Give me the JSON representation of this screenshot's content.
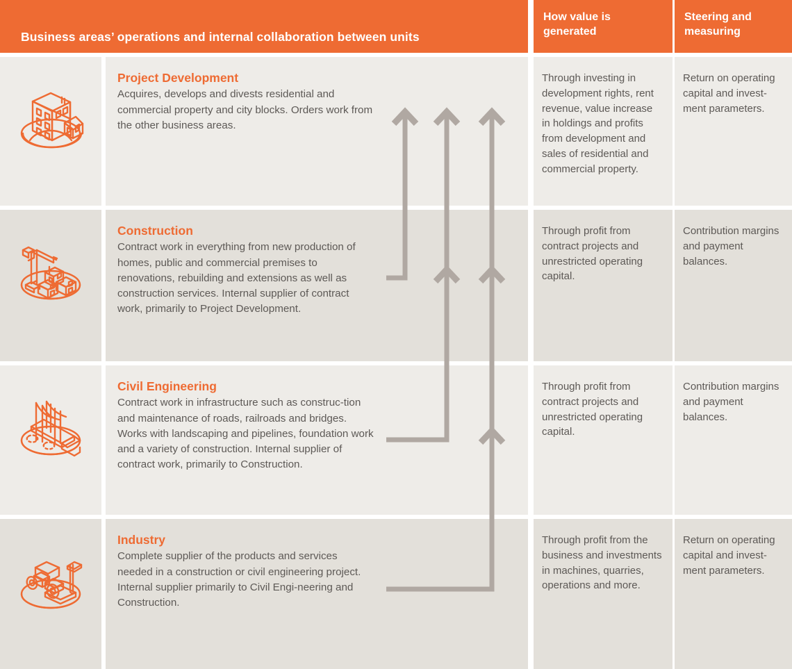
{
  "colors": {
    "accent_orange": "#ee6b33",
    "row_light": "#eeece8",
    "row_dark": "#e3e0da",
    "text_grey": "#5d5956",
    "arrow_grey": "#b0a8a2",
    "header_text": "#ffffff"
  },
  "header": {
    "main_title": "Business areas’ operations and internal collaboration between units",
    "value_title_line1": "How value is",
    "value_title_line2": "generated",
    "steering_title_line1": "Steering and",
    "steering_title_line2": "measuring"
  },
  "rows": [
    {
      "icon": "property-development-icon",
      "title": "Project Development",
      "description": "Acquires, develops and divests residential and commercial property and city blocks. Orders work from the other business areas.",
      "value_generated": "Through investing in development rights, rent revenue, value increase in holdings and profits from development and sales of residential and commercial property.",
      "steering": "Return on operating capital and invest-ment parameters."
    },
    {
      "icon": "crane-construction-icon",
      "title": "Construction",
      "description": "Contract work in everything from new production of homes, public and commercial premises to renovations, rebuilding and extensions as well as construction services. Internal supplier of contract work, primarily to Project Development.",
      "value_generated": "Through profit from contract projects and unrestricted operating capital.",
      "steering": "Contribution margins and payment balances."
    },
    {
      "icon": "suspension-bridge-icon",
      "title": "Civil Engineering",
      "description": "Contract work in infrastructure such as construc-tion and maintenance of roads, railroads and bridges. Works with landscaping and pipelines, foundation work and a variety of construction. Internal supplier of contract work, primarily to Construction.",
      "value_generated": "Through profit from contract projects and unrestricted operating capital.",
      "steering": "Contribution margins and payment balances."
    },
    {
      "icon": "road-roller-icon",
      "title": "Industry",
      "description": "Complete supplier of the products and services needed in a construction or civil engineering project. Internal supplier primarily to Civil Engi-neering and Construction.",
      "value_generated": "Through profit from the business and investments in machines, quarries, operations and more.",
      "steering": "Return on operating capital and invest-ment parameters."
    }
  ],
  "flow_arrows": [
    {
      "name": "construction-to-project-development",
      "from_row": "Construction",
      "to_row": "Project Development"
    },
    {
      "name": "civil-engineering-to-project-development",
      "from_row": "Civil Engineering",
      "to_row": "Project Development"
    },
    {
      "name": "industry-to-project-development",
      "from_row": "Industry",
      "to_row": "Project Development"
    },
    {
      "name": "civil-engineering-to-construction",
      "from_row": "Civil Engineering",
      "to_row": "Construction"
    },
    {
      "name": "industry-to-construction",
      "from_row": "Industry",
      "to_row": "Construction"
    },
    {
      "name": "industry-to-civil-engineering",
      "from_row": "Industry",
      "to_row": "Civil Engineering"
    }
  ]
}
